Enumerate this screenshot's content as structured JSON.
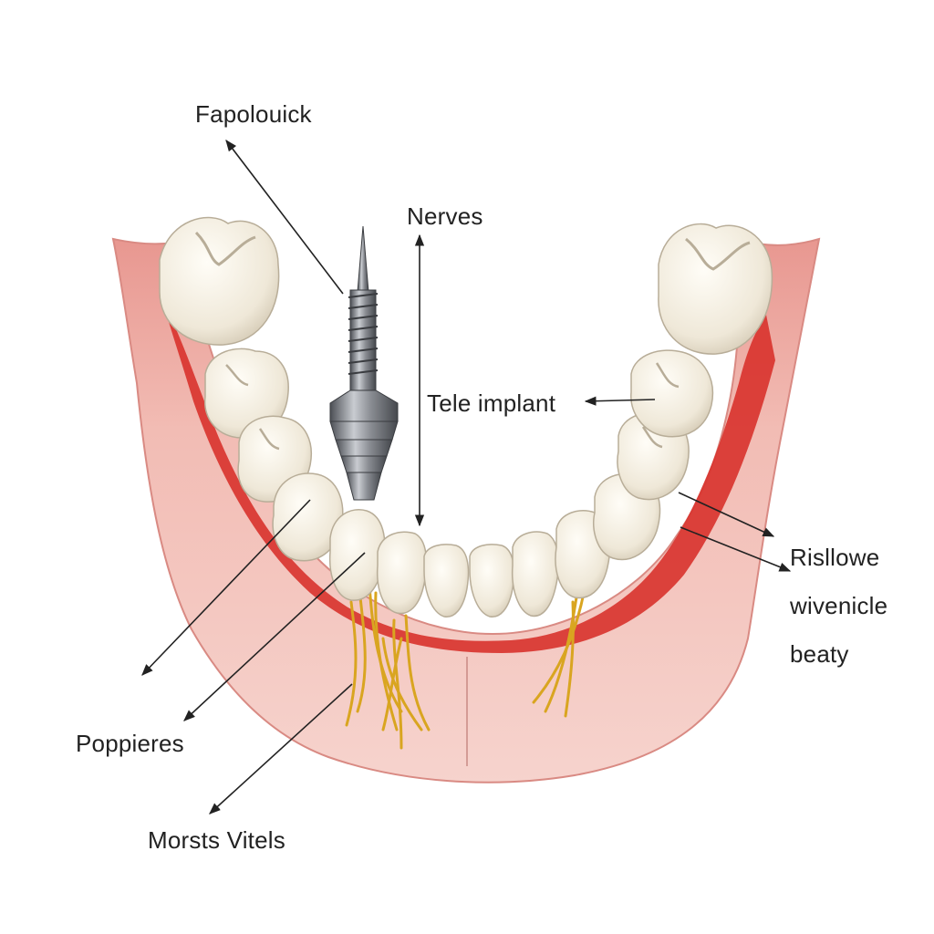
{
  "labels": {
    "fapolouick": "Fapolouick",
    "nerves": "Nerves",
    "implant": "Tele implant",
    "rislowe": [
      "Risllowe",
      "wivenicle",
      "beaty"
    ],
    "poppieres": "Poppieres",
    "morsts": "Morsts Vitels"
  },
  "colors": {
    "gum": "#f0b5ad",
    "gum_edge": "#c9544d",
    "gum_red": "#d8322c",
    "tooth": "#f4efe4",
    "tooth_shadow": "#cfc6b2",
    "nerve": "#d9a520",
    "implant_metal": "#7d8087",
    "line": "#222222"
  }
}
